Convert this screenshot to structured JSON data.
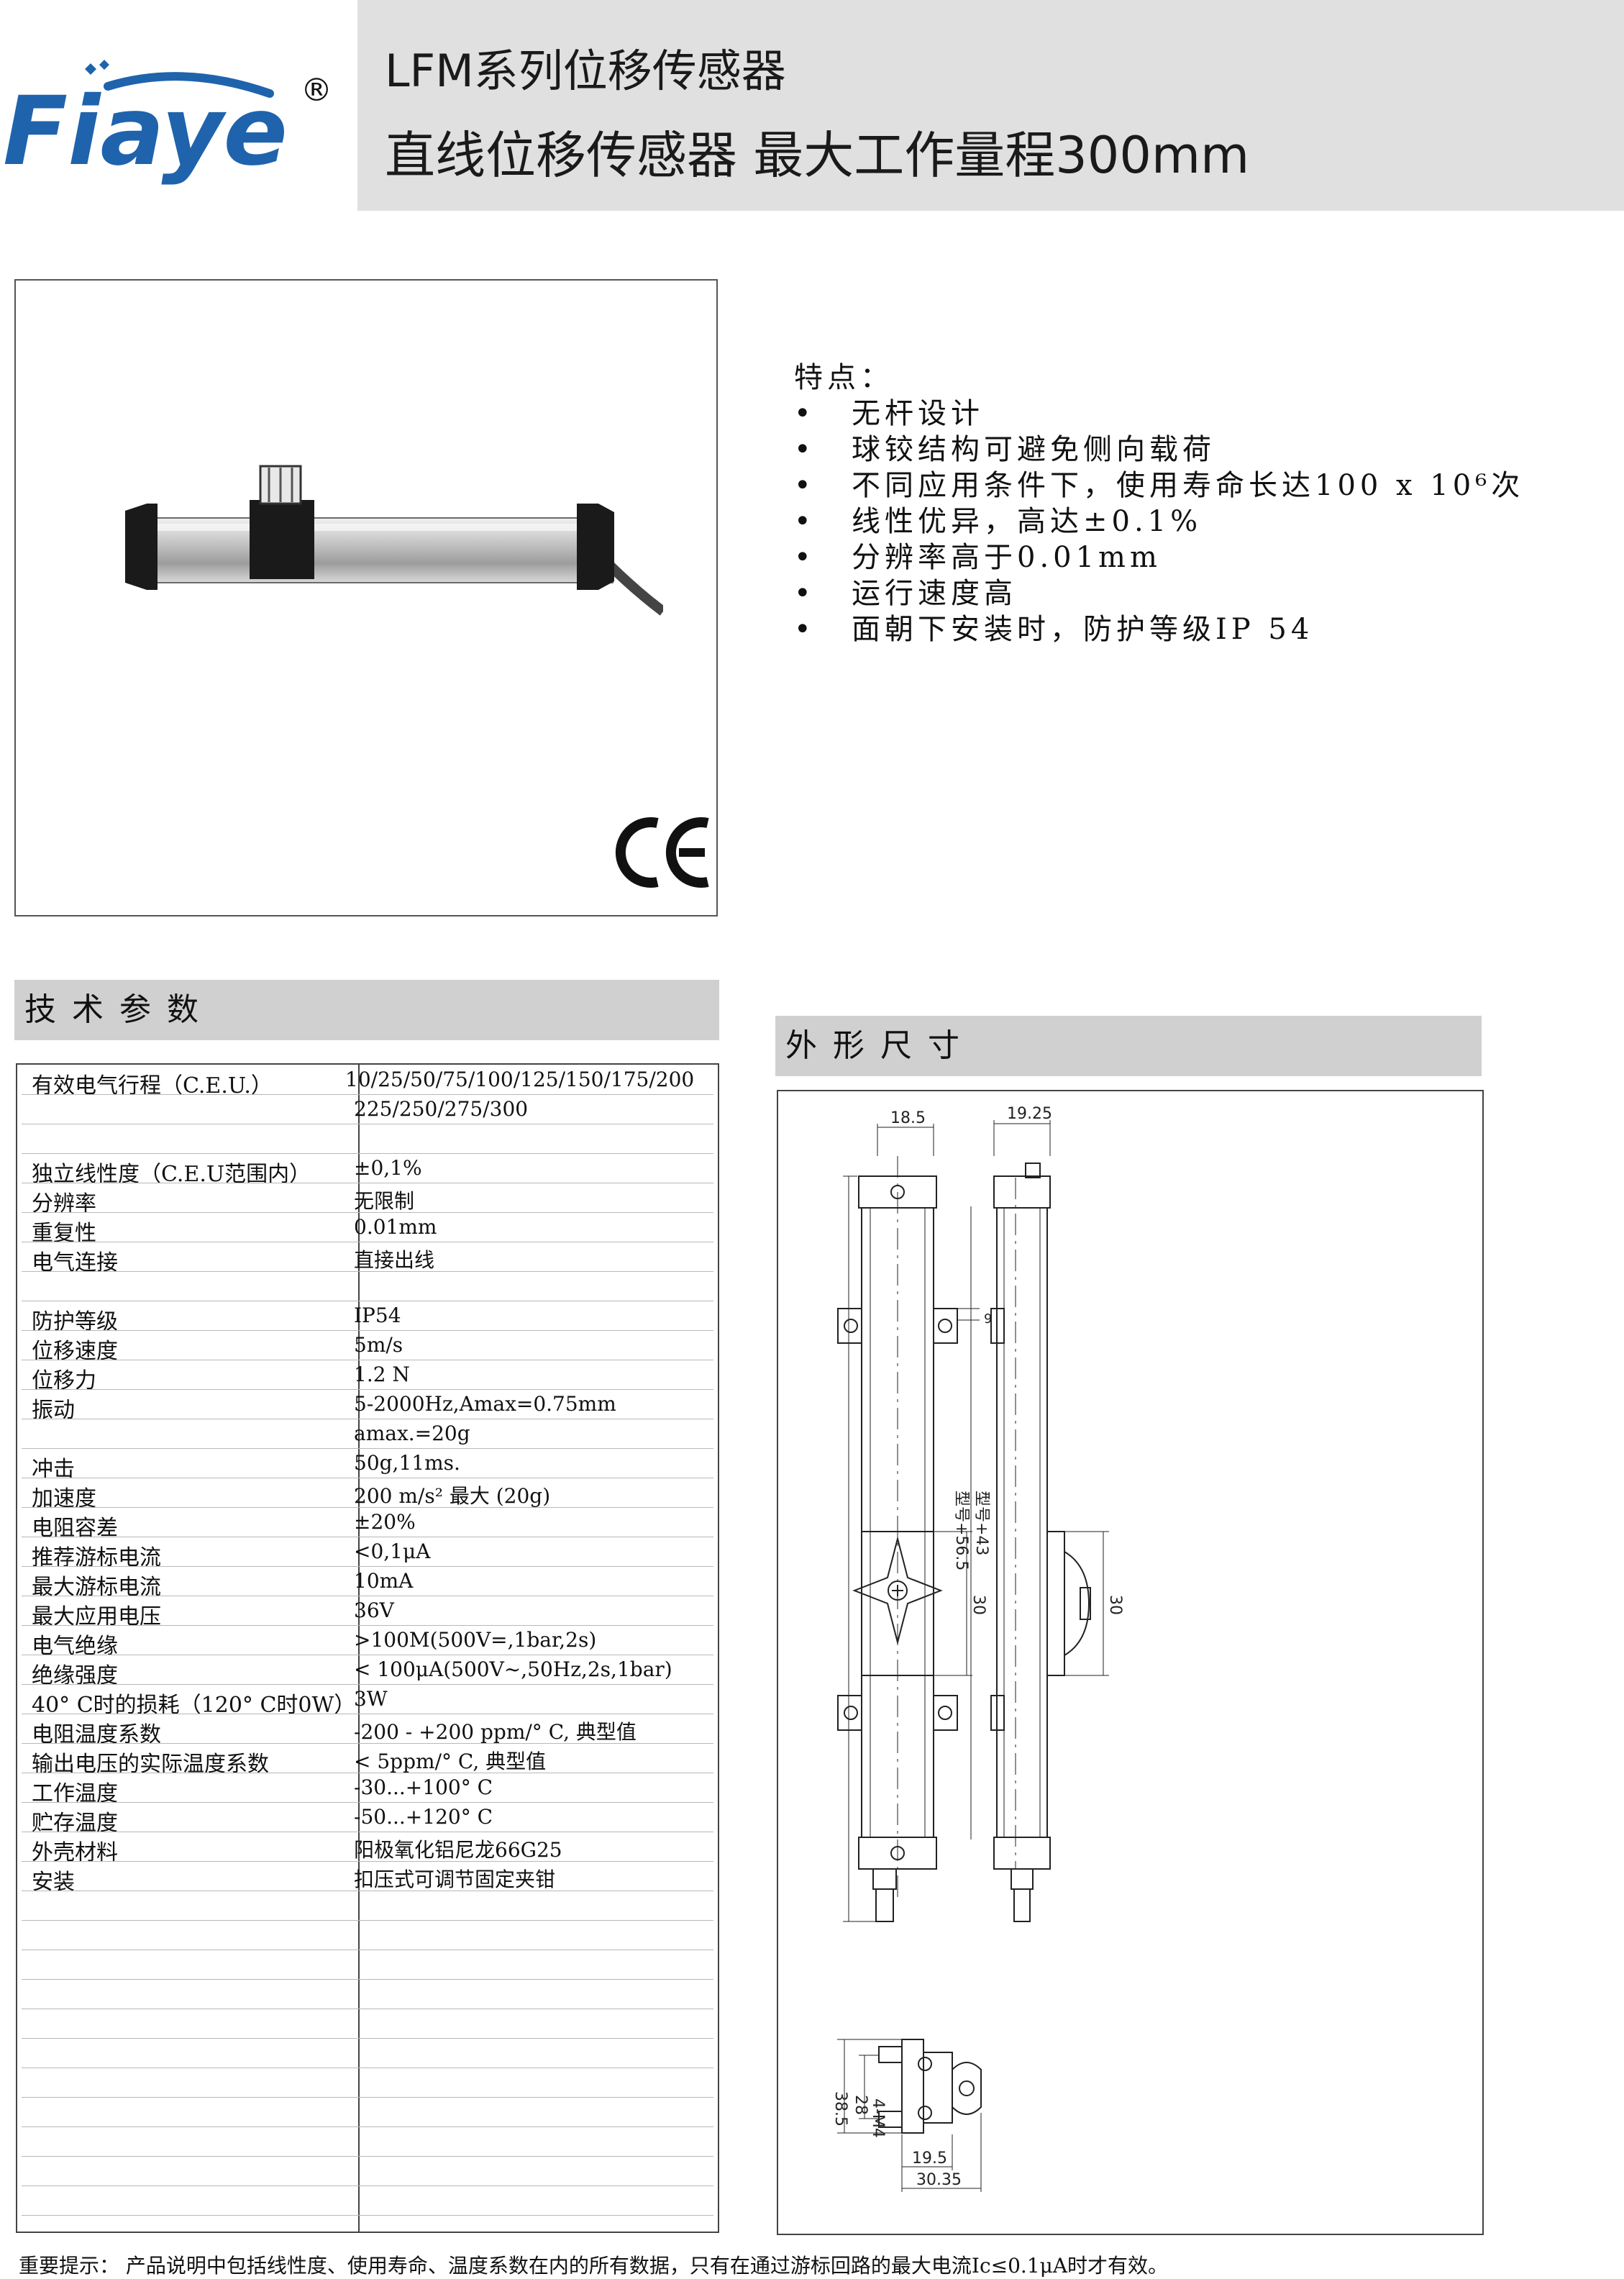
{
  "brand": {
    "name": "Fiaye",
    "registered": "®"
  },
  "header": {
    "line1": "LFM系列位移传感器",
    "line2": "直线位移传感器 最大工作量程300mm"
  },
  "product": {
    "certification": "CE"
  },
  "features": {
    "title": "特点：",
    "bullet": "•",
    "items": [
      "无杆设计",
      "球铰结构可避免侧向载荷",
      "不同应用条件下，使用寿命长达100 x 10⁶次",
      "线性优异，高达±0.1%",
      "分辨率高于0.01mm",
      "运行速度高",
      "面朝下安装时，防护等级IP 54"
    ]
  },
  "spec_section": {
    "title": "技术参数",
    "rows": [
      {
        "name": "有效电气行程（C.E.U.）",
        "values": [
          "10/25/50/75/100/125/150/175/200",
          "225/250/275/300"
        ]
      },
      {
        "name": "独立线性度（C.E.U范围内）",
        "values": [
          "±0,1%"
        ]
      },
      {
        "name": "分辨率",
        "values": [
          "无限制"
        ]
      },
      {
        "name": "重复性",
        "values": [
          "0.01mm"
        ]
      },
      {
        "name": "电气连接",
        "values": [
          "直接出线"
        ]
      },
      {
        "name": "防护等级",
        "values": [
          "IP54"
        ]
      },
      {
        "name": "位移速度",
        "values": [
          "5m/s"
        ]
      },
      {
        "name": "位移力",
        "values": [
          "1.2 N"
        ]
      },
      {
        "name": "振动",
        "values": [
          "5-2000Hz,Amax=0.75mm",
          "amax.=20g"
        ]
      },
      {
        "name": "冲击",
        "values": [
          "50g,11ms."
        ]
      },
      {
        "name": "加速度",
        "values": [
          "200 m/s² 最大 (20g)"
        ]
      },
      {
        "name": "电阻容差",
        "values": [
          "±20%"
        ]
      },
      {
        "name": "推荐游标电流",
        "values": [
          "<0,1μA"
        ]
      },
      {
        "name": "最大游标电流",
        "values": [
          "10mA"
        ]
      },
      {
        "name": "最大应用电压",
        "values": [
          "36V"
        ]
      },
      {
        "name": "电气绝缘",
        "values": [
          ">100M(500V=,1bar,2s)"
        ]
      },
      {
        "name": "绝缘强度",
        "values": [
          "< 100μA(500V~,50Hz,2s,1bar)"
        ]
      },
      {
        "name": "40° C时的损耗（120° C时0W）",
        "values": [
          "3W"
        ]
      },
      {
        "name": "电阻温度系数",
        "values": [
          "-200 - +200 ppm/° C, 典型值"
        ]
      },
      {
        "name": "输出电压的实际温度系数",
        "values": [
          "< 5ppm/° C, 典型值"
        ]
      },
      {
        "name": "工作温度",
        "values": [
          "-30...+100° C"
        ]
      },
      {
        "name": "贮存温度",
        "values": [
          "-50...+120° C"
        ]
      },
      {
        "name": "外壳材料",
        "values": [
          "阳极氧化铝尼龙66G25"
        ]
      },
      {
        "name": "安装",
        "values": [
          "扣压式可调节固定夹钳"
        ]
      }
    ]
  },
  "dim_section": {
    "title": "外形尺寸",
    "labels": {
      "top_width_a": "18.5",
      "top_width_b": "19.25",
      "tab_height": "9",
      "overall_a": "型号+56.5",
      "overall_b": "型号+43",
      "carriage_a": "30",
      "carriage_b": "30",
      "end_height_a": "38.5",
      "end_height_b": "28",
      "end_holes": "4-M4",
      "end_width_a": "19.5",
      "end_width_b": "30.35"
    }
  },
  "footnote": "重要提示：   产品说明中包括线性度、使用寿命、温度系数在内的所有数据，只有在通过游标回路的最大电流Ic≤0.1μA时才有效。"
}
